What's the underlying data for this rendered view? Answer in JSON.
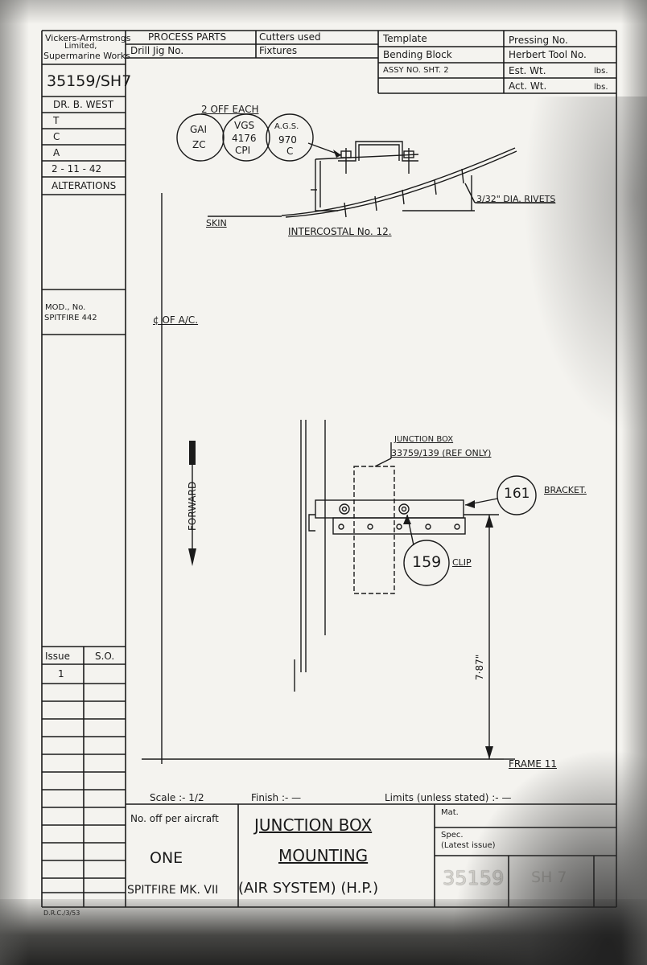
{
  "company": {
    "line1": "Vickers-Armstrongs",
    "line2": "Limited,",
    "line3": "Supermarine Works"
  },
  "drawing_number_side": "35159/SH7",
  "side_column": {
    "dr": "DR. B. WEST",
    "t": "T",
    "c": "C",
    "a": "A",
    "date": "2 - 11 - 42",
    "alterations": "ALTERATIONS",
    "mod_label": "MOD., No.",
    "mod_value": "SPITFIRE 442",
    "issue_header": "Issue",
    "so_header": "S.O.",
    "issue_value": "1"
  },
  "header_boxes": {
    "process_parts": "PROCESS PARTS",
    "drill_jig": "Drill Jig No.",
    "cutters_used": "Cutters used",
    "fixtures": "Fixtures",
    "template": "Template",
    "bending_block": "Bending Block",
    "assy_no": "ASSY NO. SHT. 2",
    "pressing_no": "Pressing No.",
    "herbert_tool": "Herbert Tool No.",
    "est_wt": "Est. Wt.",
    "act_wt": "Act. Wt.",
    "lbs": "lbs."
  },
  "section_view": {
    "two_off_each": "2 OFF EACH",
    "circle1_top": "GAI",
    "circle1_bottom": "ZC",
    "circle2_top": "VGS",
    "circle2_mid": "4176",
    "circle2_bottom": "CPI",
    "circle3_top": "A.G.S.",
    "circle3_mid": "970",
    "circle3_bottom": "C",
    "rivets_note": "3/32\" DIA. RIVETS",
    "skin": "SKIN",
    "intercostal": "INTERCOSTAL No. 12."
  },
  "plan_view": {
    "centreline": "¢ OF A/C.",
    "forward": "FORWARD",
    "junction_box": "JUNCTION BOX",
    "junction_box_ref": "33759/139 (REF ONLY)",
    "bracket_number": "161",
    "bracket_label": "BRACKET.",
    "clip_number": "159",
    "clip_label": "CLIP",
    "dimension": "7·87\"",
    "frame": "FRAME 11"
  },
  "title_block": {
    "scale": "Scale :- 1/2",
    "finish": "Finish :- —",
    "limits": "Limits (unless stated) :- —",
    "no_off_label": "No. off per aircraft",
    "no_off_value": "ONE",
    "title_line1": "JUNCTION BOX",
    "title_line2": "MOUNTING",
    "title_line3": "(AIR SYSTEM) (H.P.)",
    "aircraft": "SPITFIRE MK. VII",
    "mat": "Mat.",
    "spec_line1": "Spec.",
    "spec_line2": "(Latest issue)",
    "drawing_number": "35159",
    "sheet": "SH 7",
    "footer_code": "D.R.C./3/53"
  },
  "colors": {
    "paper": "#f4f3ef",
    "ink": "#1a1a1a",
    "grime": "#4a4a48"
  }
}
